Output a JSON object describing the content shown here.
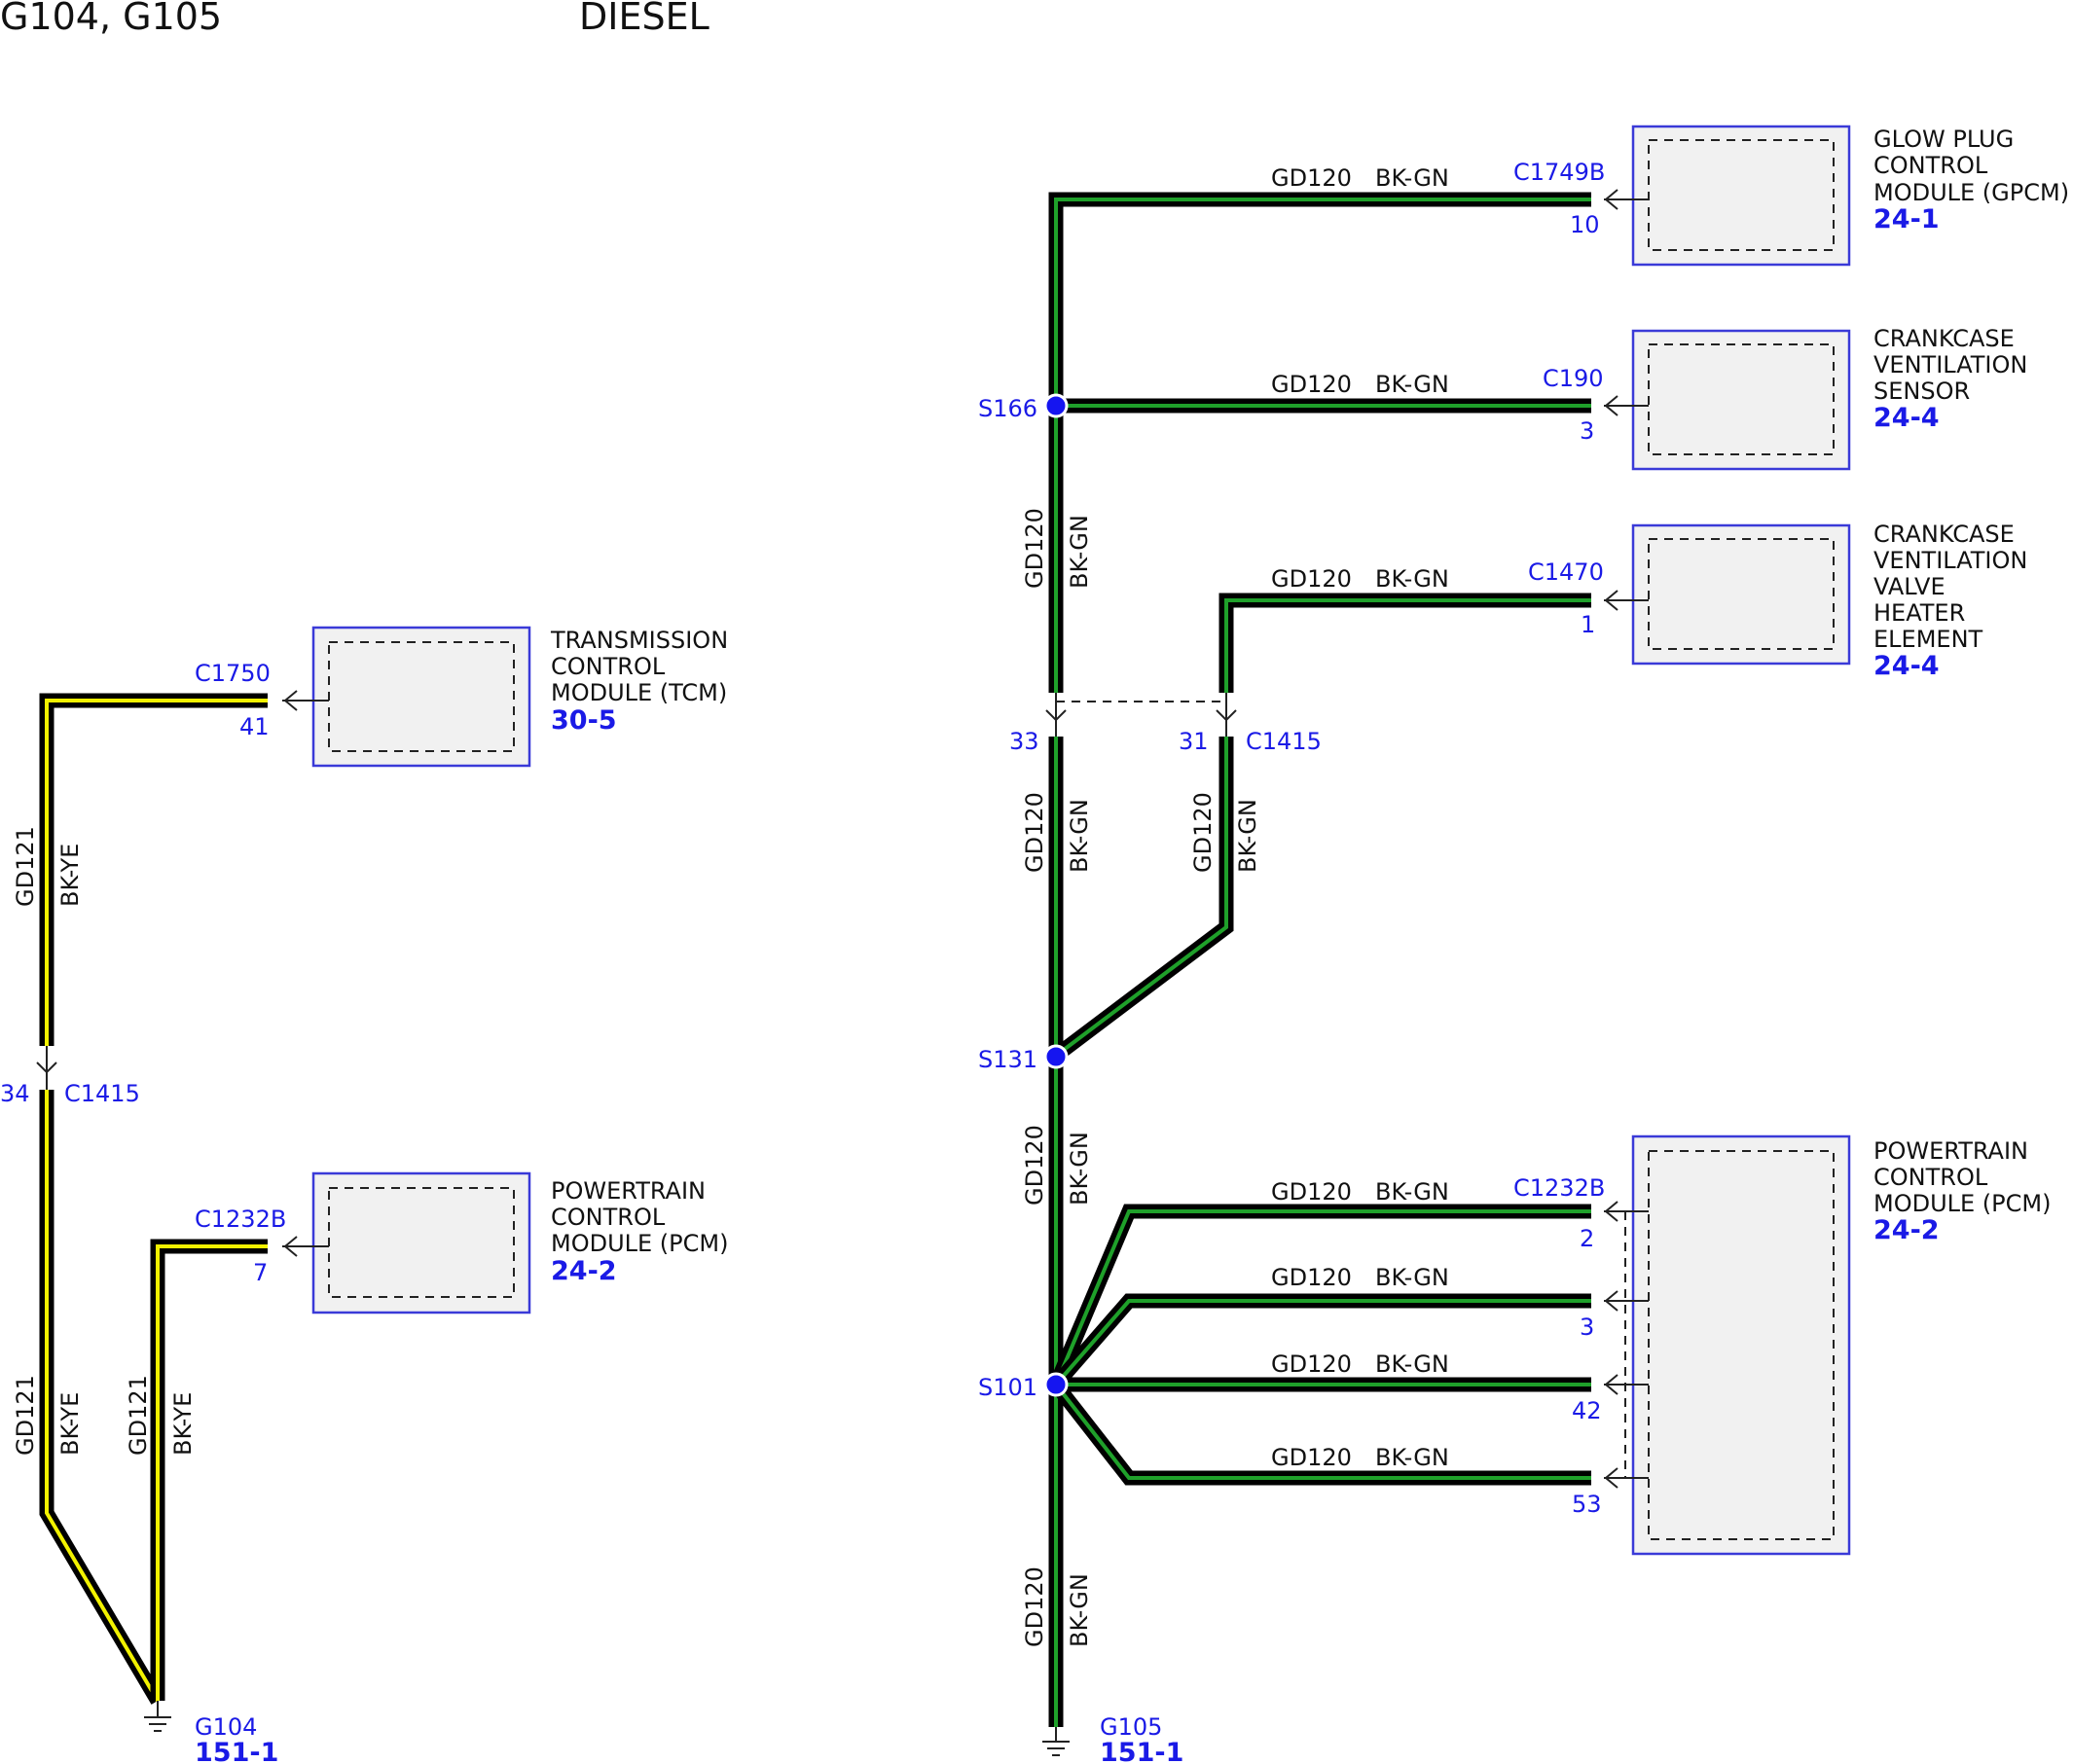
{
  "header": {
    "grounds": "G104, G105",
    "variant": "DIESEL"
  },
  "colors": {
    "wire_outline": "#000000",
    "bk_ye_stripe": "#f2f200",
    "bk_gn_stripe": "#1fa02a",
    "component_border": "#3a3ad8",
    "splice": "#1515f0"
  },
  "components": {
    "tcm": {
      "line1": "TRANSMISSION",
      "line2": "CONTROL",
      "line3": "MODULE (TCM)",
      "ref": "30-5"
    },
    "pcm_left": {
      "line1": "POWERTRAIN",
      "line2": "CONTROL",
      "line3": "MODULE (PCM)",
      "ref": "24-2"
    },
    "gpcm": {
      "line1": "GLOW PLUG",
      "line2": "CONTROL",
      "line3": "MODULE (GPCM)",
      "ref": "24-1"
    },
    "ccv_sensor": {
      "line1": "CRANKCASE",
      "line2": "VENTILATION",
      "line3": "SENSOR",
      "ref": "24-4"
    },
    "ccv_heater": {
      "line1": "CRANKCASE",
      "line2": "VENTILATION",
      "line3": "VALVE",
      "line4": "HEATER",
      "line5": "ELEMENT",
      "ref": "24-4"
    },
    "pcm_right": {
      "line1": "POWERTRAIN",
      "line2": "CONTROL",
      "line3": "MODULE (PCM)",
      "ref": "24-2"
    }
  },
  "connectors": {
    "c1750": {
      "name": "C1750",
      "pin": "41"
    },
    "c1232b_left": {
      "name": "C1232B",
      "pin": "7"
    },
    "c1415_left": {
      "name": "C1415",
      "pin": "34"
    },
    "c1749b": {
      "name": "C1749B",
      "pin": "10"
    },
    "c190": {
      "name": "C190",
      "pin": "3"
    },
    "c1470": {
      "name": "C1470",
      "pin": "1"
    },
    "c1415_right": {
      "name": "C1415",
      "pin_a": "33",
      "pin_b": "31"
    },
    "c1232b_right": {
      "name": "C1232B",
      "pins": [
        "2",
        "3",
        "42",
        "53"
      ]
    }
  },
  "splices": {
    "s166": "S166",
    "s131": "S131",
    "s101": "S101"
  },
  "grounds": {
    "g104": {
      "name": "G104",
      "ref": "151-1"
    },
    "g105": {
      "name": "G105",
      "ref": "151-1"
    }
  },
  "wires": {
    "gd121": {
      "circuit": "GD121",
      "color": "BK-YE"
    },
    "gd120": {
      "circuit": "GD120",
      "color": "BK-GN"
    }
  }
}
